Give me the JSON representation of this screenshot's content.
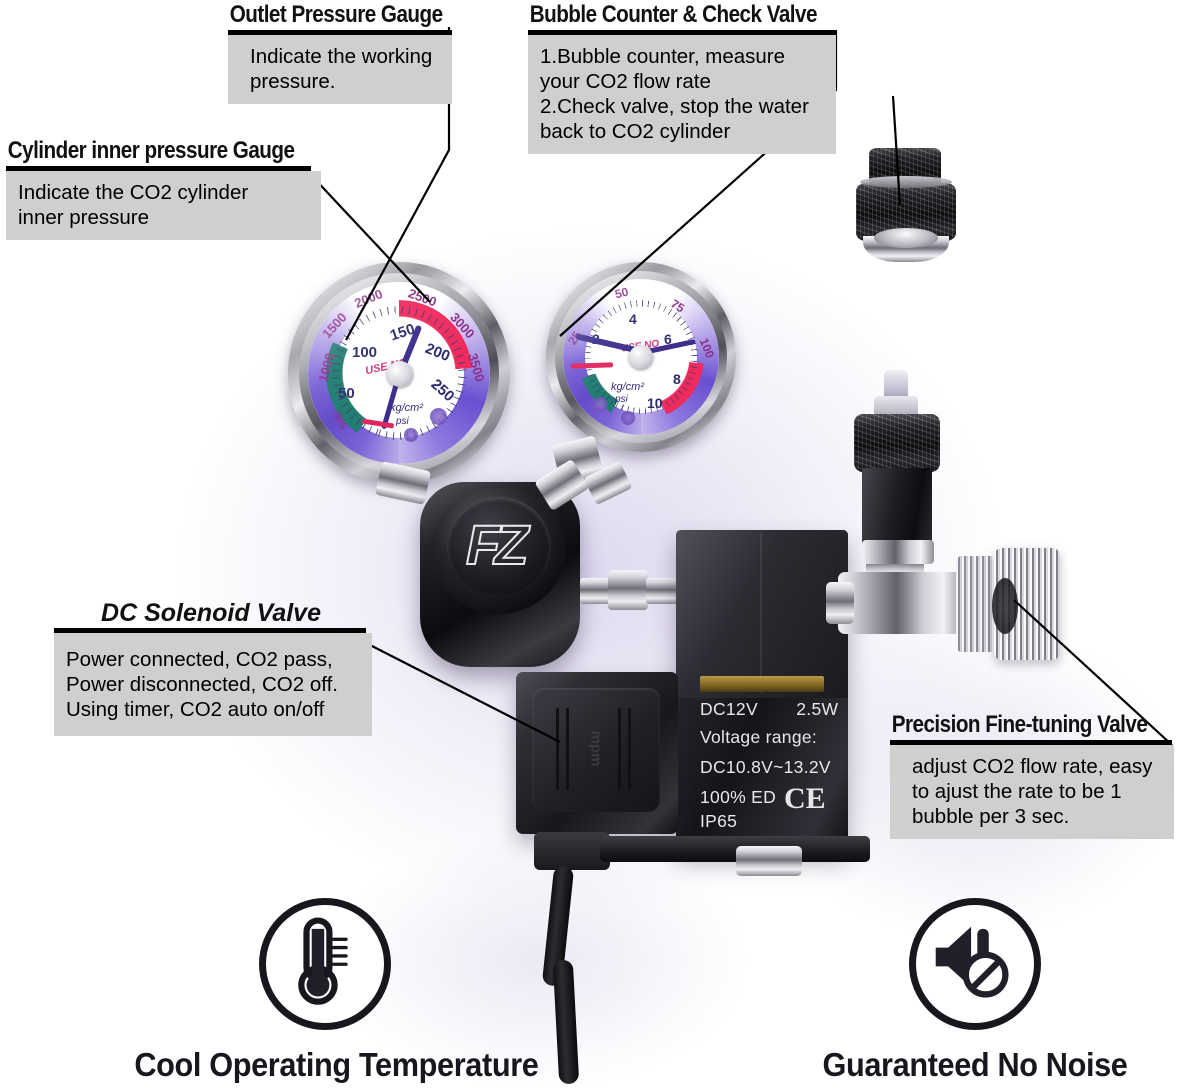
{
  "callouts": [
    {
      "id": "outlet-pressure-gauge",
      "title": "Outlet Pressure Gauge",
      "body": "Indicate the working\npressure."
    },
    {
      "id": "bubble-counter-check-valve",
      "title": "Bubble Counter & Check Valve",
      "body": "1.Bubble counter, measure\nyour CO2 flow rate\n2.Check valve, stop the water\nback to CO2 cylinder"
    },
    {
      "id": "cylinder-inner-pressure-gauge",
      "title": "Cylinder inner pressure Gauge",
      "body": "Indicate the CO2 cylinder\ninner pressure"
    },
    {
      "id": "dc-solenoid-valve",
      "title": "DC Solenoid Valve",
      "body": "Power connected, CO2  pass,\nPower disconnected, CO2 off.\nUsing timer, CO2 auto on/off"
    },
    {
      "id": "precision-fine-tuning-valve",
      "title": "Precision Fine-tuning Valve",
      "body": "adjust CO2 flow rate, easy\nto ajust the rate to be 1\nbubble per 3 sec."
    }
  ],
  "features": [
    {
      "id": "cool-operating-temperature",
      "icon": "thermometer-icon",
      "caption": "Cool Operating Temperature"
    },
    {
      "id": "guaranteed-no-noise",
      "icon": "speaker-muted-icon",
      "caption": "Guaranteed No Noise"
    }
  ],
  "product": {
    "brand_logo": "FZ",
    "connector_marking": "mpm",
    "solenoid_plate": {
      "line1": "DC12V",
      "line1b": "2.5W",
      "line2": "Voltage range:",
      "line3": "DC10.8V~13.2V",
      "line4": "100% ED",
      "line5": "IP65",
      "mark": "CE"
    },
    "gauge_high": {
      "name": "cylinder-inner-pressure-gauge",
      "inner_unit": "kg/cm²",
      "outer_unit": "psi",
      "warning": "USE NO",
      "inner_ticks": [
        "50",
        "100",
        "150",
        "200",
        "250"
      ],
      "outer_ticks": [
        "500",
        "1000",
        "1500",
        "2000",
        "2500",
        "3000",
        "3500"
      ],
      "needle_value": "150"
    },
    "gauge_low": {
      "name": "outlet-pressure-gauge",
      "inner_unit": "kg/cm²",
      "outer_unit": "psi",
      "warning": "USE NO",
      "inner_ticks": [
        "2",
        "4",
        "6",
        "8",
        "10"
      ],
      "outer_ticks": [
        "25",
        "50",
        "75",
        "100"
      ],
      "needle_value": "0"
    }
  },
  "colors": {
    "callout_box": "#cfcfcf",
    "rule": "#000000",
    "icon_dark": "#17171d",
    "needle": "#3b2d8c",
    "gauge_red": "#ef2b5e",
    "gauge_green": "#1d7a6e",
    "gauge_violet": "#6a4fd0"
  }
}
